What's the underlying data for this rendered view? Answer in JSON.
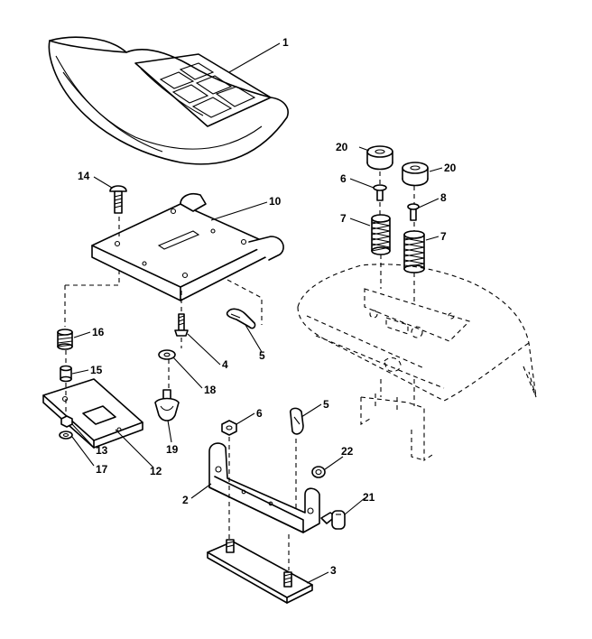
{
  "callouts": {
    "c1": "1",
    "c20a": "20",
    "c20b": "20",
    "c6a": "6",
    "c8": "8",
    "c7a": "7",
    "c7b": "7",
    "c14": "14",
    "c10": "10",
    "c16": "16",
    "c15": "15",
    "c4": "4",
    "c18": "18",
    "c5a": "5",
    "c5b": "5",
    "c6b": "6",
    "c19": "19",
    "c13": "13",
    "c17": "17",
    "c12": "12",
    "c2": "2",
    "c22": "22",
    "c21": "21",
    "c3": "3"
  }
}
